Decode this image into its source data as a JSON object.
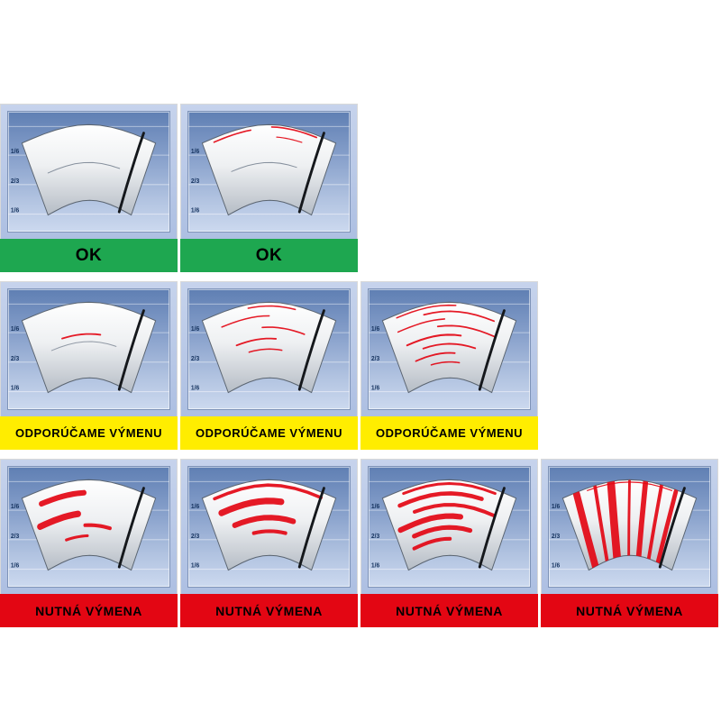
{
  "labels": {
    "ok": "OK",
    "recommend": "ODPORÚČAME VÝMENU",
    "required": "NUTNÁ VÝMENA"
  },
  "scale_labels": [
    "1/6",
    "2/3",
    "1/6"
  ],
  "colors": {
    "ok": "#1ea750",
    "recommend": "#ffed00",
    "required": "#e30613",
    "streak": "#e30613",
    "label_text": "#000000"
  },
  "rows": [
    {
      "status": "ok",
      "cells": [
        {
          "id": "ok-1",
          "severity": "clean",
          "streaks": [
            {
              "v": 0.5,
              "u1": 0.12,
              "u2": 0.78,
              "w": 1,
              "color": "#7d8896"
            }
          ]
        },
        {
          "id": "ok-2",
          "severity": "very-light",
          "streaks": [
            {
              "v": 0.05,
              "u1": 0.08,
              "u2": 0.36,
              "w": 1.6
            },
            {
              "v": 0.03,
              "u1": 0.52,
              "u2": 0.86,
              "w": 1.6
            },
            {
              "v": 0.16,
              "u1": 0.56,
              "u2": 0.76,
              "w": 1.2
            },
            {
              "v": 0.5,
              "u1": 0.15,
              "u2": 0.75,
              "w": 1,
              "color": "#7d8896"
            }
          ]
        }
      ]
    },
    {
      "status": "recommend",
      "cells": [
        {
          "id": "recommend-1",
          "severity": "light",
          "streaks": [
            {
              "v": 0.42,
              "u1": 0.26,
              "u2": 0.6,
              "w": 1.8
            },
            {
              "v": 0.52,
              "u1": 0.15,
              "u2": 0.75,
              "w": 1,
              "color": "#8a93a0"
            }
          ]
        },
        {
          "id": "recommend-2",
          "severity": "medium",
          "streaks": [
            {
              "v": 0.05,
              "u1": 0.34,
              "u2": 0.7,
              "w": 1.5
            },
            {
              "v": 0.18,
              "u1": 0.12,
              "u2": 0.5,
              "w": 1.5
            },
            {
              "v": 0.33,
              "u1": 0.44,
              "u2": 0.8,
              "w": 1.6
            },
            {
              "v": 0.48,
              "u1": 0.2,
              "u2": 0.56,
              "w": 1.8
            },
            {
              "v": 0.62,
              "u1": 0.3,
              "u2": 0.62,
              "w": 1.5
            }
          ]
        },
        {
          "id": "recommend-3",
          "severity": "medium-heavy",
          "streaks": [
            {
              "v": 0.04,
              "u1": 0.1,
              "u2": 0.55,
              "w": 1.5
            },
            {
              "v": 0.12,
              "u1": 0.3,
              "u2": 0.85,
              "w": 1.7
            },
            {
              "v": 0.22,
              "u1": 0.08,
              "u2": 0.46,
              "w": 1.5
            },
            {
              "v": 0.31,
              "u1": 0.4,
              "u2": 0.88,
              "w": 1.7
            },
            {
              "v": 0.43,
              "u1": 0.12,
              "u2": 0.6,
              "w": 2
            },
            {
              "v": 0.55,
              "u1": 0.25,
              "u2": 0.74,
              "w": 1.8
            },
            {
              "v": 0.67,
              "u1": 0.16,
              "u2": 0.55,
              "w": 1.8
            },
            {
              "v": 0.79,
              "u1": 0.3,
              "u2": 0.6,
              "w": 1.5
            }
          ]
        }
      ]
    },
    {
      "status": "required",
      "cells": [
        {
          "id": "required-1",
          "severity": "heavy",
          "streaks": [
            {
              "v": 0.17,
              "u1": 0.12,
              "u2": 0.46,
              "w": 6
            },
            {
              "v": 0.44,
              "u1": 0.06,
              "u2": 0.4,
              "w": 7
            },
            {
              "v": 0.6,
              "u1": 0.46,
              "u2": 0.7,
              "w": 4
            },
            {
              "v": 0.74,
              "u1": 0.26,
              "u2": 0.48,
              "w": 3
            }
          ]
        },
        {
          "id": "required-2",
          "severity": "heavy",
          "streaks": [
            {
              "v": 0.07,
              "u1": 0.08,
              "u2": 0.9,
              "w": 3.5
            },
            {
              "v": 0.28,
              "u1": 0.1,
              "u2": 0.6,
              "w": 7
            },
            {
              "v": 0.5,
              "u1": 0.18,
              "u2": 0.72,
              "w": 6
            },
            {
              "v": 0.68,
              "u1": 0.34,
              "u2": 0.66,
              "w": 4
            }
          ]
        },
        {
          "id": "required-3",
          "severity": "very-heavy",
          "streaks": [
            {
              "v": 0.05,
              "u1": 0.15,
              "u2": 0.85,
              "w": 3
            },
            {
              "v": 0.18,
              "u1": 0.1,
              "u2": 0.76,
              "w": 4.5
            },
            {
              "v": 0.33,
              "u1": 0.2,
              "u2": 0.88,
              "w": 4
            },
            {
              "v": 0.48,
              "u1": 0.05,
              "u2": 0.6,
              "w": 6
            },
            {
              "v": 0.63,
              "u1": 0.15,
              "u2": 0.7,
              "w": 5
            },
            {
              "v": 0.78,
              "u1": 0.12,
              "u2": 0.5,
              "w": 4
            }
          ]
        },
        {
          "id": "required-4",
          "severity": "smearing",
          "streaks": [
            {
              "v": 0.03,
              "u1": 0.18,
              "u2": 0.82,
              "w": 1.2
            },
            {
              "type": "v",
              "u": 0.1,
              "w": 8
            },
            {
              "type": "v",
              "u": 0.24,
              "w": 4
            },
            {
              "type": "v",
              "u": 0.36,
              "w": 9
            },
            {
              "type": "v",
              "u": 0.5,
              "w": 3
            },
            {
              "type": "v",
              "u": 0.62,
              "w": 6
            },
            {
              "type": "v",
              "u": 0.74,
              "w": 4
            },
            {
              "type": "v",
              "u": 0.85,
              "w": 5
            }
          ]
        }
      ]
    }
  ]
}
